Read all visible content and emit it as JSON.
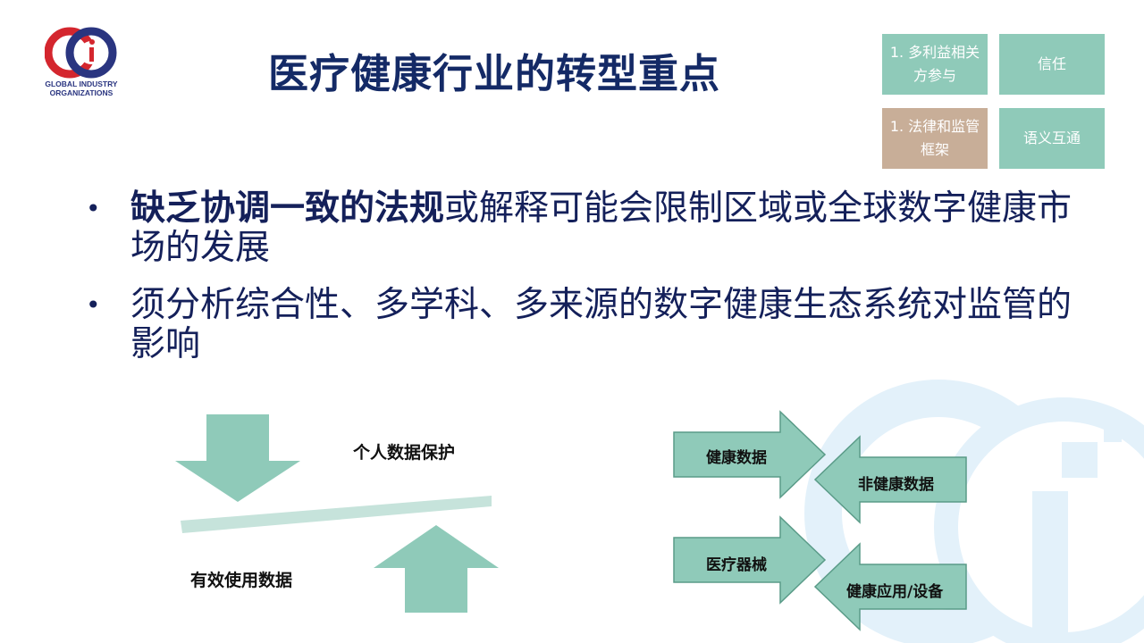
{
  "logo": {
    "text_line1": "GLOBAL INDUSTRY",
    "text_line2": "ORGANIZATIONS"
  },
  "title": "医疗健康行业的转型重点",
  "tiles": [
    {
      "line1": "1. 多利益相关",
      "line2": "方参与"
    },
    {
      "line1": "信任",
      "line2": ""
    },
    {
      "line1": "1. 法律和监管",
      "line2": "框架"
    },
    {
      "line1": "语义互通",
      "line2": ""
    }
  ],
  "colors": {
    "title": "#142a66",
    "teal": "#8fcab9",
    "tan": "#c8ae98",
    "text": "#14205a"
  },
  "bullets": [
    {
      "bold": "缺乏协调一致的法规",
      "rest": "或解释可能会限制区域或全球数字健康市场的发展"
    },
    {
      "bold": "",
      "rest": "须分析综合性、多学科、多来源的数字健康生态系统对监管的影响"
    }
  ],
  "balance": {
    "top_label": "个人数据保护",
    "bottom_label": "有效使用数据"
  },
  "arrows": [
    {
      "label": "健康数据"
    },
    {
      "label": "非健康数据"
    },
    {
      "label": "医疗器械"
    },
    {
      "label": "健康应用/设备"
    }
  ]
}
